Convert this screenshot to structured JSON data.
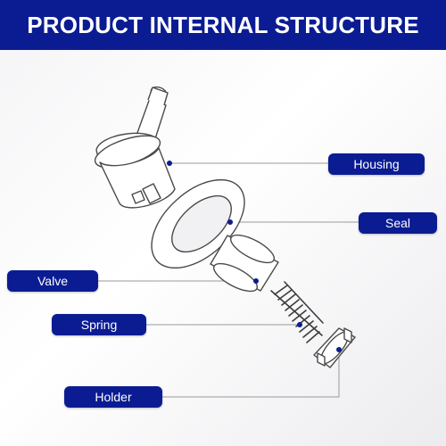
{
  "title": "PRODUCT INTERNAL STRUCTURE",
  "labels": {
    "housing": "Housing",
    "seal": "Seal",
    "valve": "Valve",
    "spring": "Spring",
    "holder": "Holder"
  },
  "colors": {
    "banner": "#0b1c93",
    "label_bg": "#0b1c93",
    "label_text": "#ffffff",
    "marker_dot": "#0b1c93",
    "part_outline": "#4a4a4a",
    "leader_line": "#9a9a9a"
  }
}
